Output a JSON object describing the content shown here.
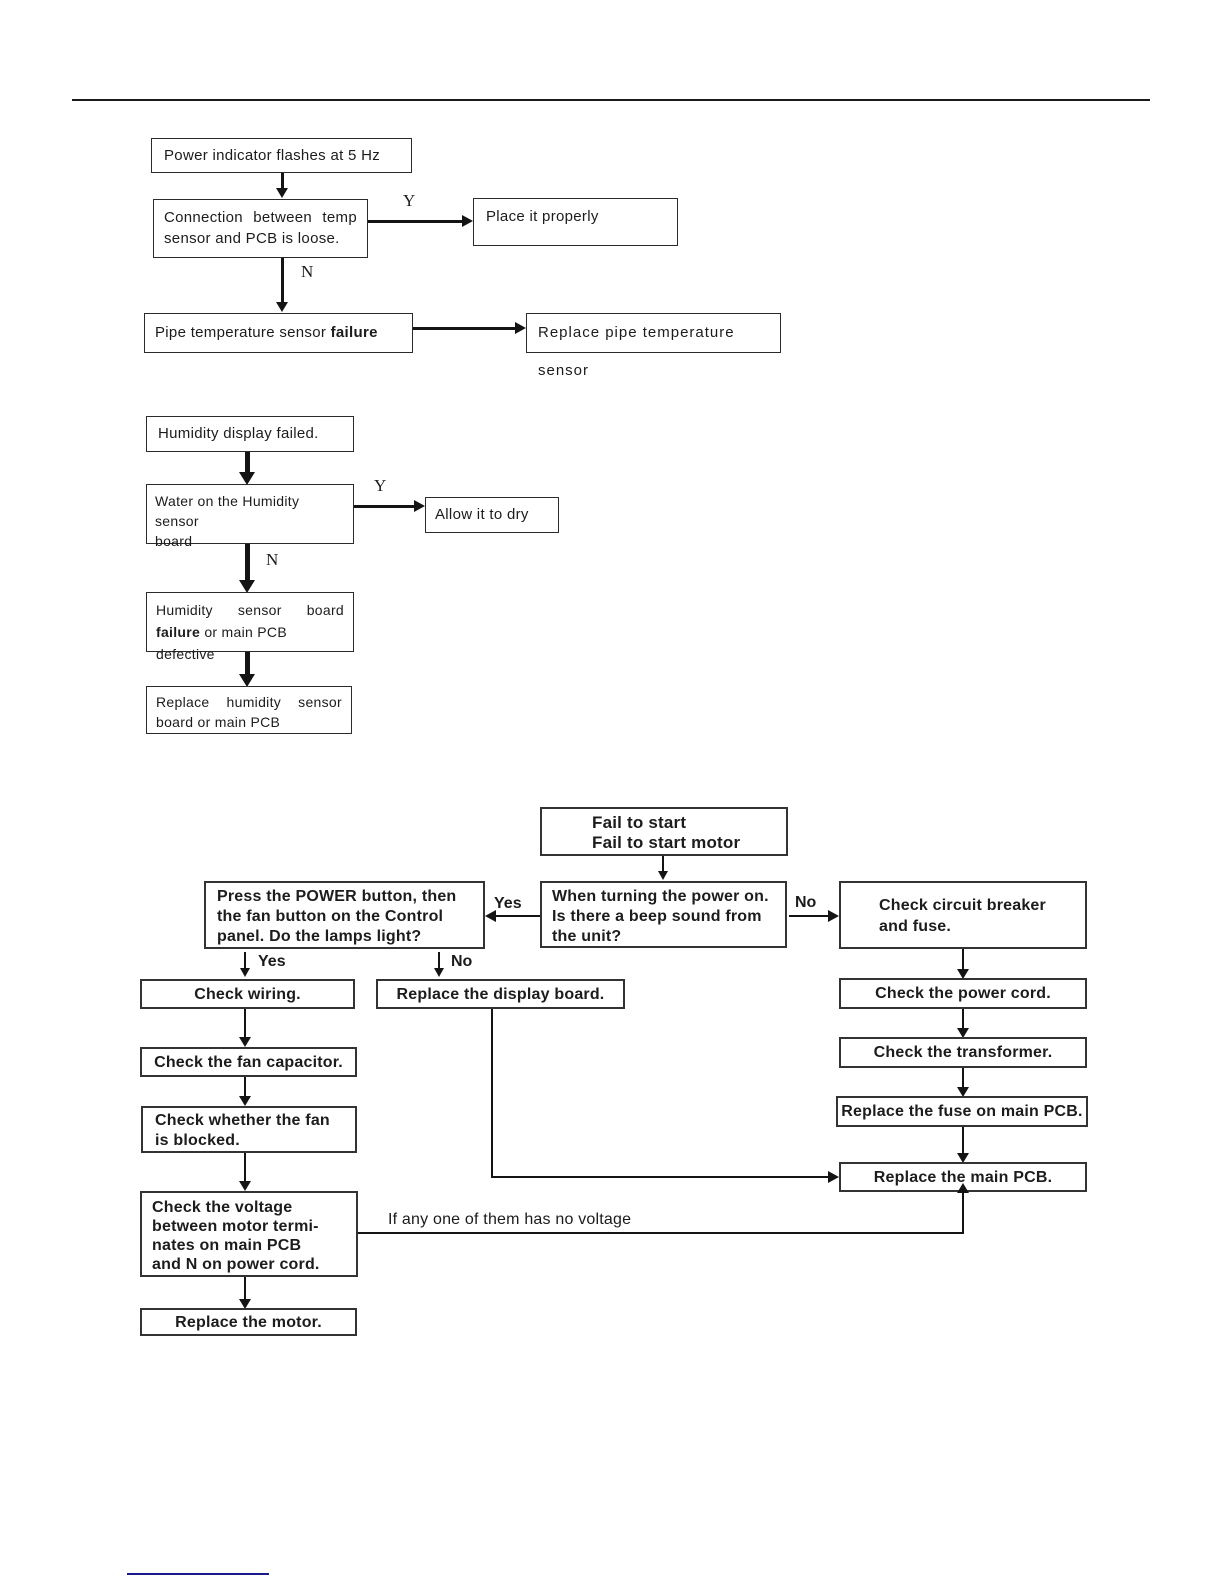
{
  "colors": {
    "line": "#141414",
    "footer_link_rule": "#1a1a8c"
  },
  "chart1": {
    "box_power": "Power indicator flashes at 5 Hz",
    "box_connection_words": [
      "Connection",
      "between",
      "temp"
    ],
    "box_connection_line2": "sensor and PCB is loose.",
    "label_y": "Y",
    "label_n": "N",
    "box_place": "Place it properly",
    "box_pipe_prefix": "Pipe temperature sensor",
    "box_pipe_bold": "failure",
    "box_replace_pipe": "Replace pipe temperature sensor"
  },
  "chart2": {
    "box_humidity_display": "Humidity display failed.",
    "box_water_line1": "Water on the Humidity sensor",
    "box_water_line2": "board",
    "label_y": "Y",
    "label_n": "N",
    "box_allow": "Allow it to dry",
    "box_failure_words": [
      "Humidity",
      "sensor",
      "board"
    ],
    "box_failure_bold": "failure",
    "box_failure_rest": " or main PCB defective",
    "box_replace_words": [
      "Replace",
      "humidity",
      "sensor"
    ],
    "box_replace_line2": "board or main PCB"
  },
  "chart3": {
    "box_fail_line1": "Fail to start",
    "box_fail_line2": "Fail to start motor",
    "box_beep_line1": "When turning the power on.",
    "box_beep_line2": "Is there a beep sound from",
    "box_beep_line3": "the unit?",
    "box_press_line1": "Press the POWER button, then",
    "box_press_line2": "the fan button on the Control",
    "box_press_line3": "panel. Do the lamps light?",
    "box_breaker_line1": "Check circuit breaker",
    "box_breaker_line2": "and fuse.",
    "label_yes_left": "Yes",
    "label_no_right": "No",
    "label_yes_down": "Yes",
    "label_no_down": "No",
    "box_wiring": "Check wiring.",
    "box_display_board": "Replace the display board.",
    "box_power_cord": "Check the power cord.",
    "box_fan_capacitor": "Check the fan capacitor.",
    "box_transformer": "Check the transformer.",
    "box_fan_blocked_line1": "Check whether the fan",
    "box_fan_blocked_line2": "is blocked.",
    "box_fuse": "Replace the fuse on main PCB.",
    "box_voltage_line1": "Check the voltage",
    "box_voltage_line2": "between motor termi-",
    "box_voltage_line3": "nates on main PCB",
    "box_voltage_line4": "and N on power cord.",
    "box_main_pcb": "Replace the main PCB.",
    "box_motor": "Replace the motor.",
    "label_no_voltage": "If any one of them has no voltage"
  }
}
